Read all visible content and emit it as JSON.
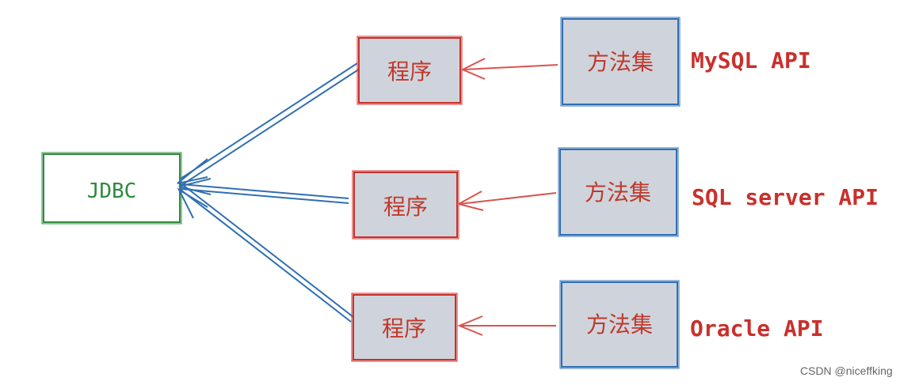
{
  "jdbc": {
    "label": "JDBC"
  },
  "rows": [
    {
      "program": "程序",
      "methods": "方法集",
      "api": "MySQL API"
    },
    {
      "program": "程序",
      "methods": "方法集",
      "api": "SQL server API"
    },
    {
      "program": "程序",
      "methods": "方法集",
      "api": "Oracle API"
    }
  ],
  "watermark": "CSDN @niceffking",
  "colors": {
    "jdbc_border": "#2e8b3d",
    "program_border": "#c9302c",
    "methods_border": "#2f6fb2",
    "box_fill": "#cfd4dc",
    "red_arrow": "#d9534f",
    "blue_arrow": "#2f6fb2"
  }
}
